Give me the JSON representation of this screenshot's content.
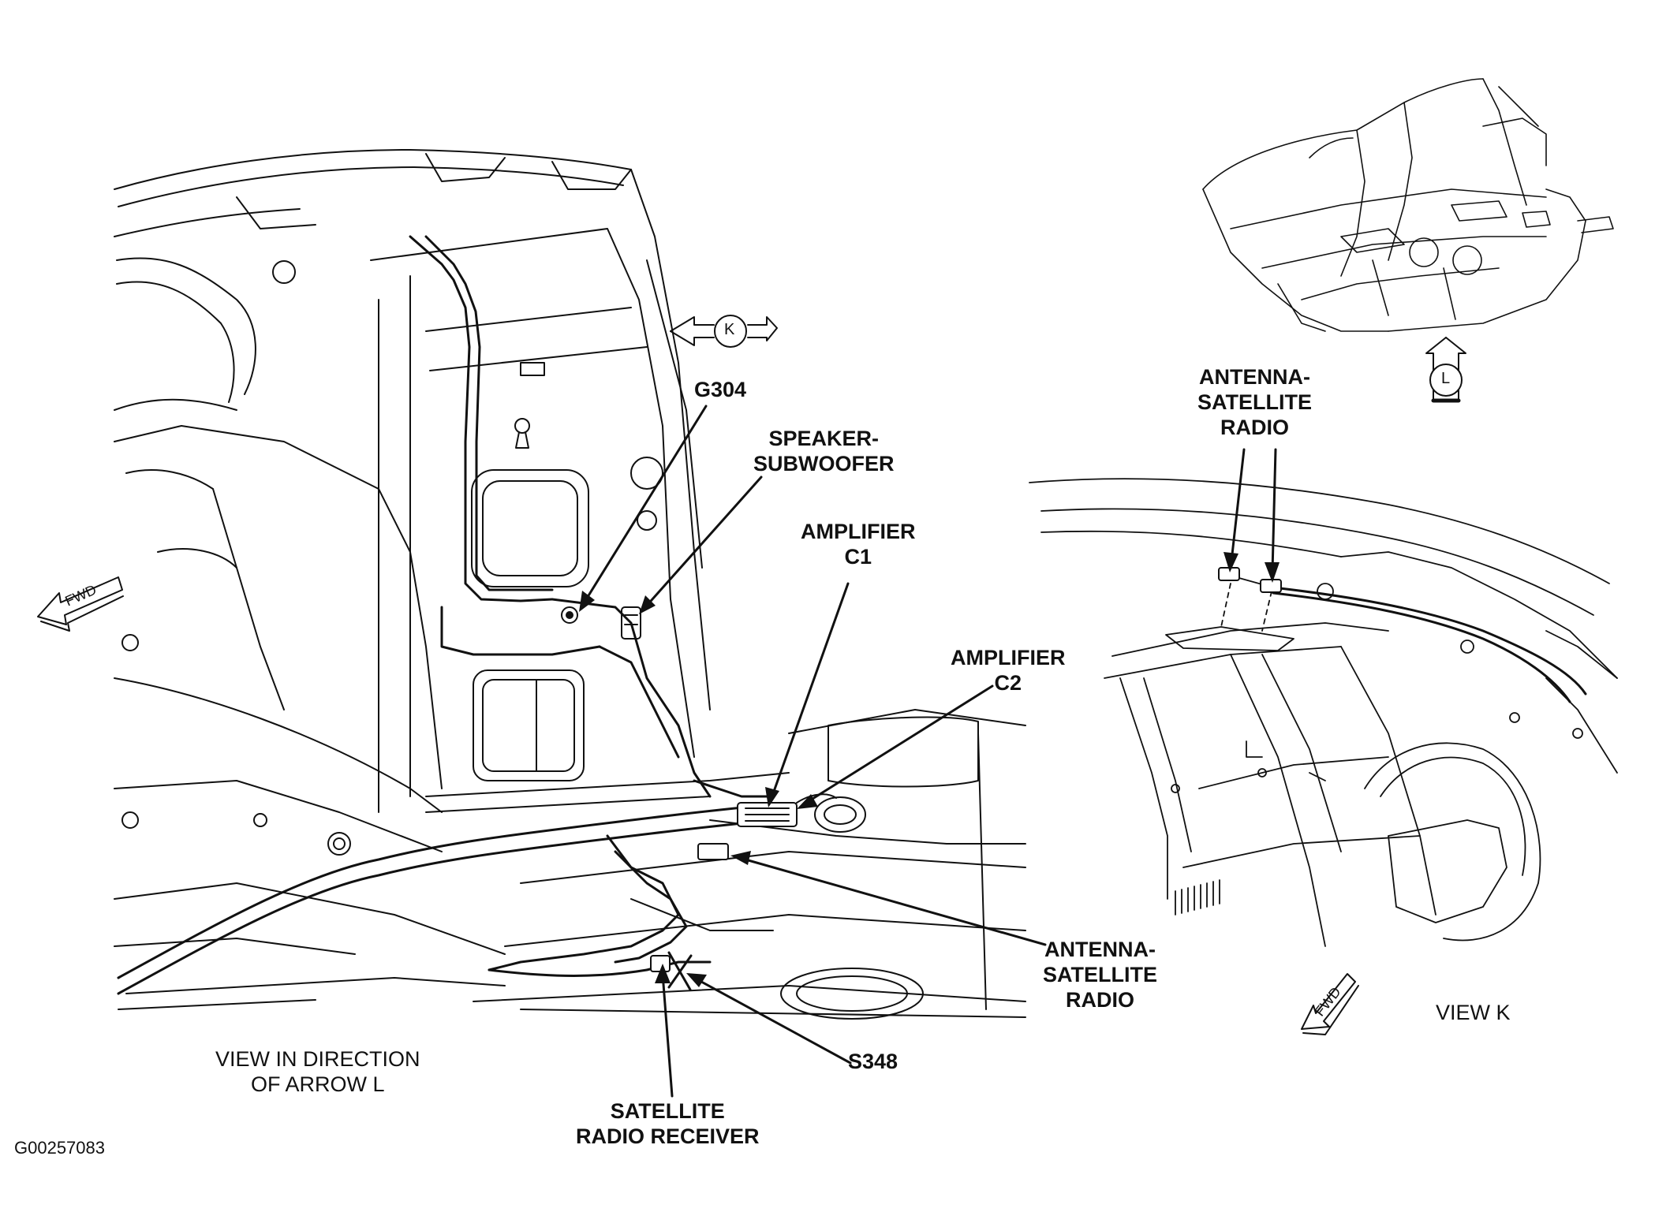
{
  "labels": {
    "g304": "G304",
    "speaker_subwoofer": [
      "SPEAKER-",
      "SUBWOOFER"
    ],
    "amplifier_c1": [
      "AMPLIFIER",
      "C1"
    ],
    "amplifier_c2": [
      "AMPLIFIER",
      "C2"
    ],
    "antenna_satellite_radio_left": [
      "ANTENNA-",
      "SATELLITE",
      "RADIO"
    ],
    "antenna_satellite_radio_right": [
      "ANTENNA-",
      "SATELLITE",
      "RADIO"
    ],
    "s348": "S348",
    "satellite_radio_receiver": [
      "SATELLITE",
      "RADIO RECEIVER"
    ]
  },
  "captions": {
    "view_direction": [
      "VIEW IN DIRECTION",
      "OF ARROW L"
    ],
    "view_k": "VIEW K"
  },
  "markers": {
    "arrow_k": "K",
    "arrow_l": "L",
    "fwd_left": "FWD",
    "fwd_right": "FWD"
  },
  "figure_code": "G00257083"
}
